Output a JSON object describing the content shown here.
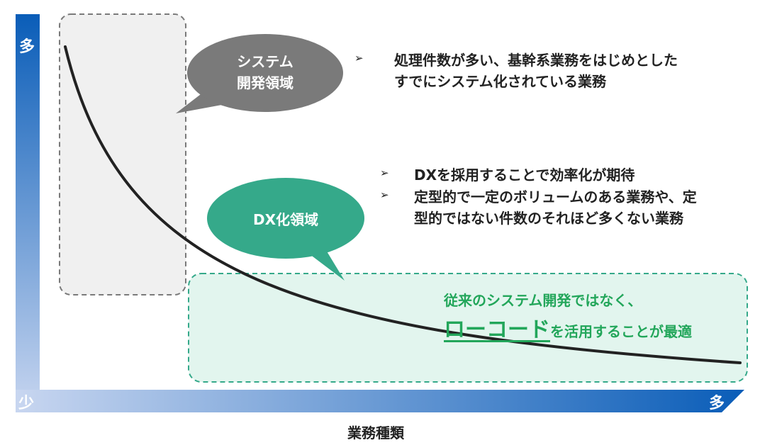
{
  "y_axis": {
    "top_label": "多",
    "bottom_label": "少"
  },
  "x_axis": {
    "end_label": "多",
    "title": "業務種類"
  },
  "bubbles": {
    "system": {
      "line1": "システム",
      "line2": "開発領域"
    },
    "dx": {
      "label": "DX化領域"
    }
  },
  "bullets": {
    "system": [
      {
        "line1": "処理件数が多い、基幹系業務をはじめとした",
        "line2": "すでにシステム化されている業務"
      }
    ],
    "dx": [
      {
        "line1": "DXを採用することで効率化が期待"
      },
      {
        "line1": "定型的で一定のボリュームのある業務や、定",
        "line2": "型的ではない件数のそれほど多くない業務"
      }
    ]
  },
  "callout": {
    "line1": "従来のシステム開発ではなく、",
    "emphasis": "ローコード",
    "rest": "を活用することが最適"
  },
  "colors": {
    "axis_dark": "#0a5db8",
    "axis_light": "#c8d6f0",
    "system_bubble": "#7a7a7a",
    "system_region_fill": "#f0f0f0",
    "dx_bubble": "#35a98a",
    "dx_region_fill": "#e2f5ee",
    "callout_text": "#22a65a",
    "curve": "#222222"
  },
  "bullet_symbol": "➢"
}
